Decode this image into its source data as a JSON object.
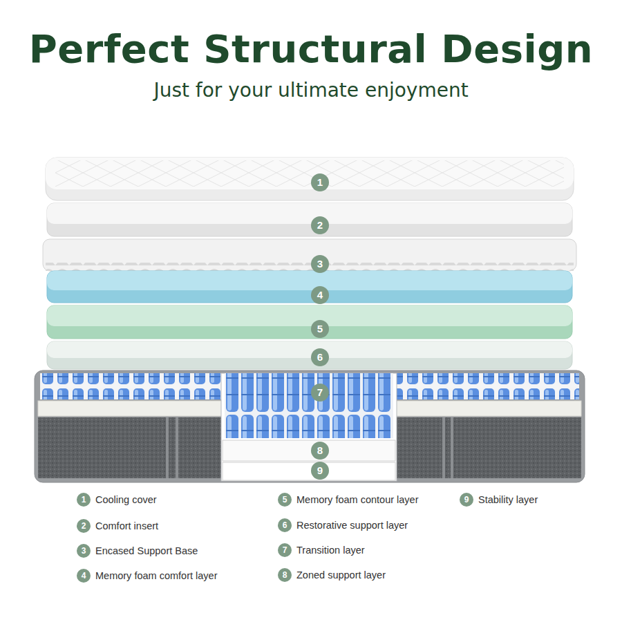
{
  "diagram": {
    "title": "Perfect Structural Design",
    "caption": "Just for your ultimate enjoyment",
    "labels": [
      "1",
      "2",
      "3",
      "4",
      "5",
      "6",
      "7",
      "8",
      "9",
      "1",
      "Cooling cover",
      "2",
      "Comfort insert",
      "3",
      "Encased Support Base",
      "4",
      "Memory foam comfort layer",
      "5",
      "Memory foam contour layer",
      "6",
      "Restorative support layer",
      "7",
      "Transition layer",
      "8",
      "Zoned support layer",
      "9",
      "Stability layer"
    ]
  }
}
